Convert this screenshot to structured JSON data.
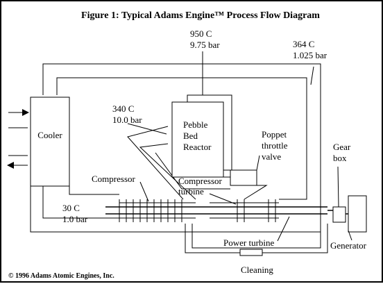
{
  "title": "Figure 1: Typical Adams Engine™ Process Flow Diagram",
  "copyright": "© 1996 Adams Atomic Engines, Inc.",
  "components": {
    "cooler": "Cooler",
    "reactor": [
      "Pebble",
      "Bed",
      "Reactor"
    ],
    "poppet_valve": [
      "Poppet",
      "throttle",
      "valve"
    ],
    "gear_box": [
      "Gear",
      "box"
    ],
    "compressor": "Compressor",
    "compressor_turbine": [
      "Compressor",
      "turbine"
    ],
    "power_turbine": "Power turbine",
    "generator": "Generator",
    "cleaning": "Cleaning"
  },
  "conditions": {
    "reactor_outlet": [
      "950 C",
      "9.75 bar"
    ],
    "turbine_exhaust": [
      "364 C",
      "1.025 bar"
    ],
    "compressor_outlet": [
      "340 C",
      "10.0 bar"
    ],
    "compressor_inlet": [
      "30 C",
      "1.0 bar"
    ]
  }
}
